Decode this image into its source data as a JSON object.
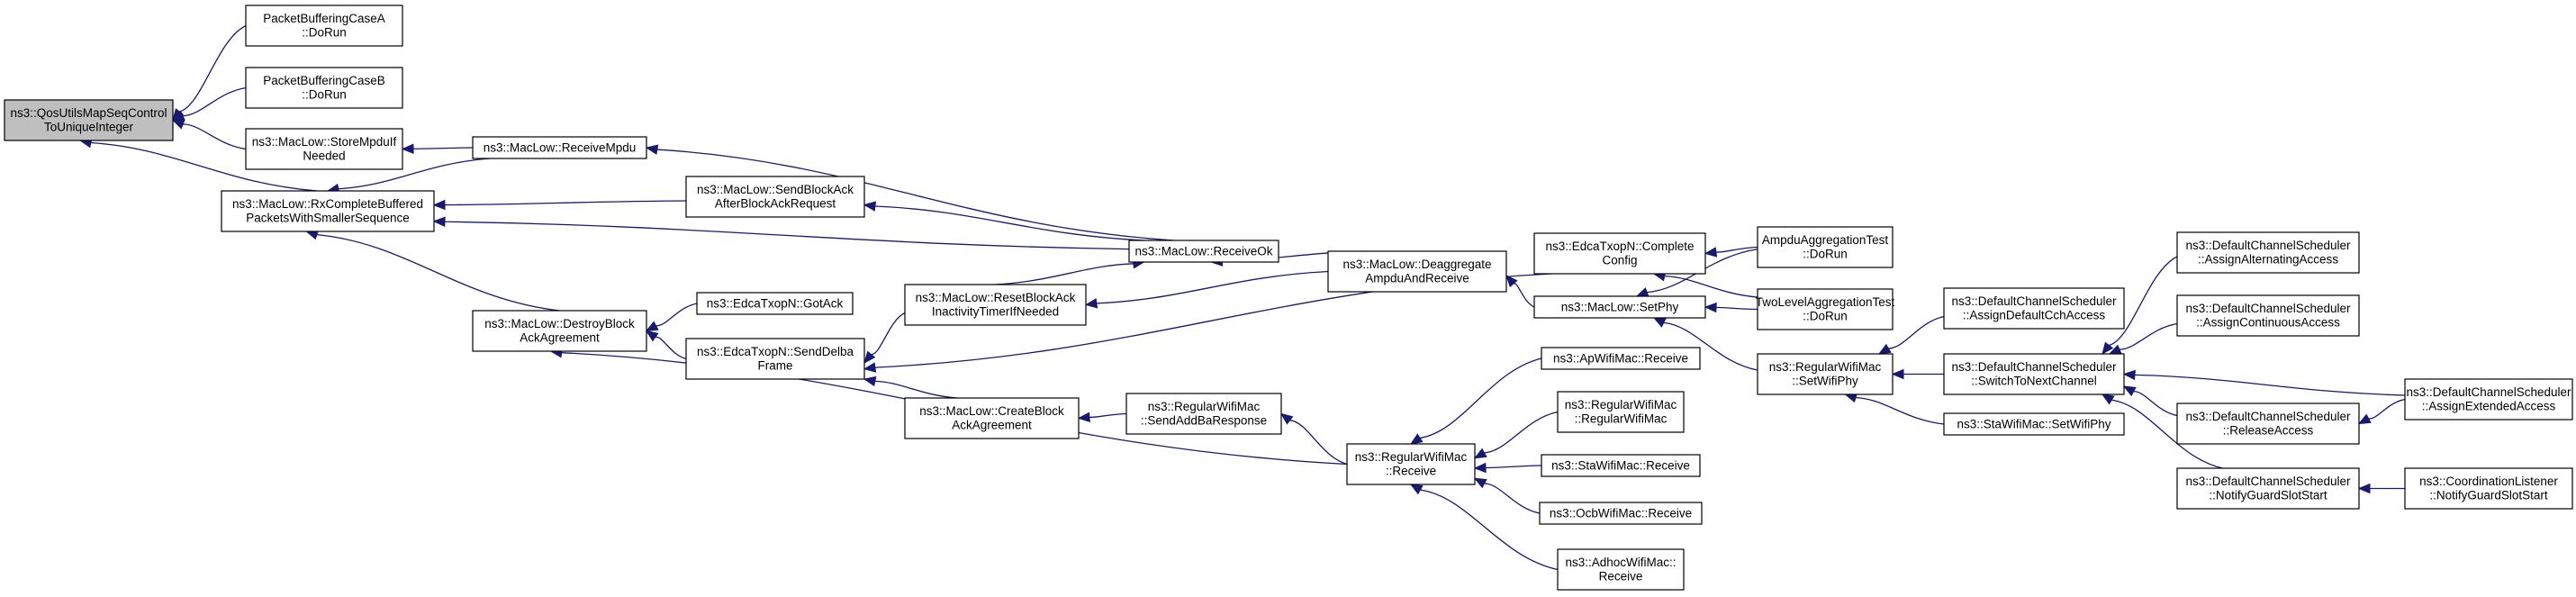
{
  "diagram": {
    "nodes": [
      {
        "id": "root",
        "lines": [
          "ns3::QosUtilsMapSeqControl",
          "ToUniqueInteger"
        ],
        "highlight": true
      },
      {
        "id": "pbA",
        "lines": [
          "PacketBufferingCaseA",
          "::DoRun"
        ]
      },
      {
        "id": "pbB",
        "lines": [
          "PacketBufferingCaseB",
          "::DoRun"
        ]
      },
      {
        "id": "store",
        "lines": [
          "ns3::MacLow::StoreMpduIf",
          "Needed"
        ]
      },
      {
        "id": "rxcb",
        "lines": [
          "ns3::MacLow::RxCompleteBuffered",
          "PacketsWithSmallerSequence"
        ]
      },
      {
        "id": "recvMpdu",
        "lines": [
          "ns3::MacLow::ReceiveMpdu"
        ]
      },
      {
        "id": "sendBA",
        "lines": [
          "ns3::MacLow::SendBlockAck",
          "AfterBlockAckRequest"
        ]
      },
      {
        "id": "recvOk",
        "lines": [
          "ns3::MacLow::ReceiveOk"
        ]
      },
      {
        "id": "destroy",
        "lines": [
          "ns3::MacLow::DestroyBlock",
          "AckAgreement"
        ]
      },
      {
        "id": "gotAck",
        "lines": [
          "ns3::EdcaTxopN::GotAck"
        ]
      },
      {
        "id": "sendDelba",
        "lines": [
          "ns3::EdcaTxopN::SendDelba",
          "Frame"
        ]
      },
      {
        "id": "resetBA",
        "lines": [
          "ns3::MacLow::ResetBlockAck",
          "InactivityTimerIfNeeded"
        ]
      },
      {
        "id": "createBA",
        "lines": [
          "ns3::MacLow::CreateBlock",
          "AckAgreement"
        ]
      },
      {
        "id": "sendAddBa",
        "lines": [
          "ns3::RegularWifiMac",
          "::SendAddBaResponse"
        ]
      },
      {
        "id": "deaggr",
        "lines": [
          "ns3::MacLow::Deaggregate",
          "AmpduAndReceive"
        ]
      },
      {
        "id": "complete",
        "lines": [
          "ns3::EdcaTxopN::Complete",
          "Config"
        ]
      },
      {
        "id": "setPhy",
        "lines": [
          "ns3::MacLow::SetPhy"
        ]
      },
      {
        "id": "ampduTest",
        "lines": [
          "AmpduAggregationTest",
          "::DoRun"
        ]
      },
      {
        "id": "twoLevel",
        "lines": [
          "TwoLevelAggregationTest",
          "::DoRun"
        ]
      },
      {
        "id": "apRecv",
        "lines": [
          "ns3::ApWifiMac::Receive"
        ]
      },
      {
        "id": "rwmCtor",
        "lines": [
          "ns3::RegularWifiMac",
          "::RegularWifiMac"
        ]
      },
      {
        "id": "staRecv",
        "lines": [
          "ns3::StaWifiMac::Receive"
        ]
      },
      {
        "id": "ocbRecv",
        "lines": [
          "ns3::OcbWifiMac::Receive"
        ]
      },
      {
        "id": "adhocRecv",
        "lines": [
          "ns3::AdhocWifiMac::",
          "Receive"
        ]
      },
      {
        "id": "rwmRecv",
        "lines": [
          "ns3::RegularWifiMac",
          "::Receive"
        ]
      },
      {
        "id": "rwmSetPhy",
        "lines": [
          "ns3::RegularWifiMac",
          "::SetWifiPhy"
        ]
      },
      {
        "id": "assignDefault",
        "lines": [
          "ns3::DefaultChannelScheduler",
          "::AssignDefaultCchAccess"
        ]
      },
      {
        "id": "switchNext",
        "lines": [
          "ns3::DefaultChannelScheduler",
          "::SwitchToNextChannel"
        ]
      },
      {
        "id": "staSetPhy",
        "lines": [
          "ns3::StaWifiMac::SetWifiPhy"
        ]
      },
      {
        "id": "assignAlt",
        "lines": [
          "ns3::DefaultChannelScheduler",
          "::AssignAlternatingAccess"
        ]
      },
      {
        "id": "assignCont",
        "lines": [
          "ns3::DefaultChannelScheduler",
          "::AssignContinuousAccess"
        ]
      },
      {
        "id": "release",
        "lines": [
          "ns3::DefaultChannelScheduler",
          "::ReleaseAccess"
        ]
      },
      {
        "id": "notifyGuard",
        "lines": [
          "ns3::DefaultChannelScheduler",
          "::NotifyGuardSlotStart"
        ]
      },
      {
        "id": "assignExt",
        "lines": [
          "ns3::DefaultChannelScheduler",
          "::AssignExtendedAccess"
        ]
      },
      {
        "id": "coordNotify",
        "lines": [
          "ns3::CoordinationListener",
          "::NotifyGuardSlotStart"
        ]
      }
    ],
    "edges": [
      {
        "from": "pbA",
        "to": "root"
      },
      {
        "from": "pbB",
        "to": "root"
      },
      {
        "from": "store",
        "to": "root"
      },
      {
        "from": "rxcb",
        "to": "root"
      },
      {
        "from": "recvMpdu",
        "to": "store"
      },
      {
        "from": "recvMpdu",
        "to": "rxcb"
      },
      {
        "from": "sendBA",
        "to": "rxcb"
      },
      {
        "from": "recvOk",
        "to": "rxcb"
      },
      {
        "from": "destroy",
        "to": "rxcb"
      },
      {
        "from": "recvOk",
        "to": "recvMpdu"
      },
      {
        "from": "recvOk",
        "to": "sendBA"
      },
      {
        "from": "gotAck",
        "to": "destroy"
      },
      {
        "from": "sendDelba",
        "to": "destroy"
      },
      {
        "from": "rwmRecv",
        "to": "destroy"
      },
      {
        "from": "complete",
        "to": "sendDelba"
      },
      {
        "from": "resetBA",
        "to": "recvOk"
      },
      {
        "from": "deaggr",
        "to": "recvOk"
      },
      {
        "from": "resetBA",
        "to": "sendDelba"
      },
      {
        "from": "createBA",
        "to": "sendDelba"
      },
      {
        "from": "deaggr",
        "to": "resetBA"
      },
      {
        "from": "sendAddBa",
        "to": "createBA"
      },
      {
        "from": "rwmRecv",
        "to": "sendAddBa"
      },
      {
        "from": "setPhy",
        "to": "deaggr"
      },
      {
        "from": "ampduTest",
        "to": "complete"
      },
      {
        "from": "twoLevel",
        "to": "complete"
      },
      {
        "from": "ampduTest",
        "to": "setPhy"
      },
      {
        "from": "twoLevel",
        "to": "setPhy"
      },
      {
        "from": "rwmSetPhy",
        "to": "setPhy"
      },
      {
        "from": "apRecv",
        "to": "rwmRecv"
      },
      {
        "from": "rwmCtor",
        "to": "rwmRecv"
      },
      {
        "from": "staRecv",
        "to": "rwmRecv"
      },
      {
        "from": "ocbRecv",
        "to": "rwmRecv"
      },
      {
        "from": "adhocRecv",
        "to": "rwmRecv"
      },
      {
        "from": "assignDefault",
        "to": "rwmSetPhy"
      },
      {
        "from": "switchNext",
        "to": "rwmSetPhy"
      },
      {
        "from": "staSetPhy",
        "to": "rwmSetPhy"
      },
      {
        "from": "assignAlt",
        "to": "switchNext"
      },
      {
        "from": "assignCont",
        "to": "switchNext"
      },
      {
        "from": "release",
        "to": "switchNext"
      },
      {
        "from": "notifyGuard",
        "to": "switchNext"
      },
      {
        "from": "assignExt",
        "to": "switchNext"
      },
      {
        "from": "assignExt",
        "to": "release"
      },
      {
        "from": "coordNotify",
        "to": "notifyGuard"
      }
    ]
  },
  "colors": {
    "edge": "#191970",
    "root_fill": "#bfbfbf",
    "node_fill": "#ffffff",
    "node_border": "#000000"
  }
}
